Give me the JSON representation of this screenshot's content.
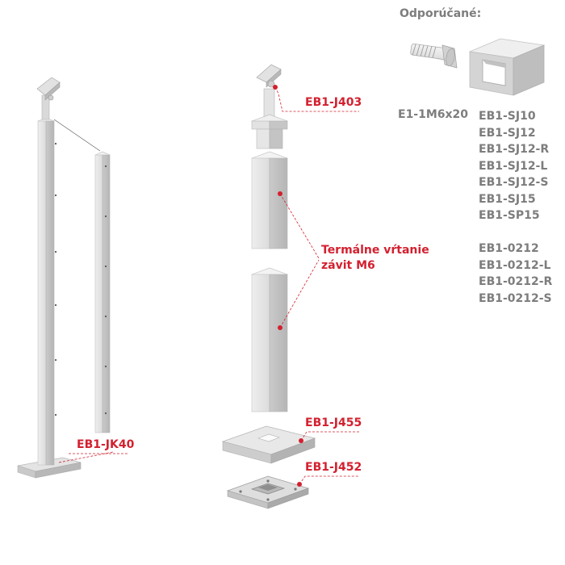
{
  "recommended": {
    "title": "Odporúčané:",
    "screw_code": "E1-1M6x20",
    "codes_group1": [
      "EB1-SJ10",
      "EB1-SJ12",
      "EB1-SJ12-R",
      "EB1-SJ12-L",
      "EB1-SJ12-S",
      "EB1-SJ15",
      "EB1-SP15"
    ],
    "codes_group2": [
      "EB1-0212",
      "EB1-0212-L",
      "EB1-0212-R",
      "EB1-0212-S"
    ]
  },
  "labels": {
    "post_assembly": "EB1-JK40",
    "top_adapter": "EB1-J403",
    "thermal_line1": "Termálne vŕtanie",
    "thermal_line2": "závit M6",
    "base_cover": "EB1-J455",
    "base_plate": "EB1-J452"
  },
  "colors": {
    "accent_red": "#d3202f",
    "text_grey": "#7d7d7d",
    "metal_light": "#e6e6e6",
    "metal_mid": "#cfcfcf",
    "metal_dark": "#a9a9a9"
  }
}
